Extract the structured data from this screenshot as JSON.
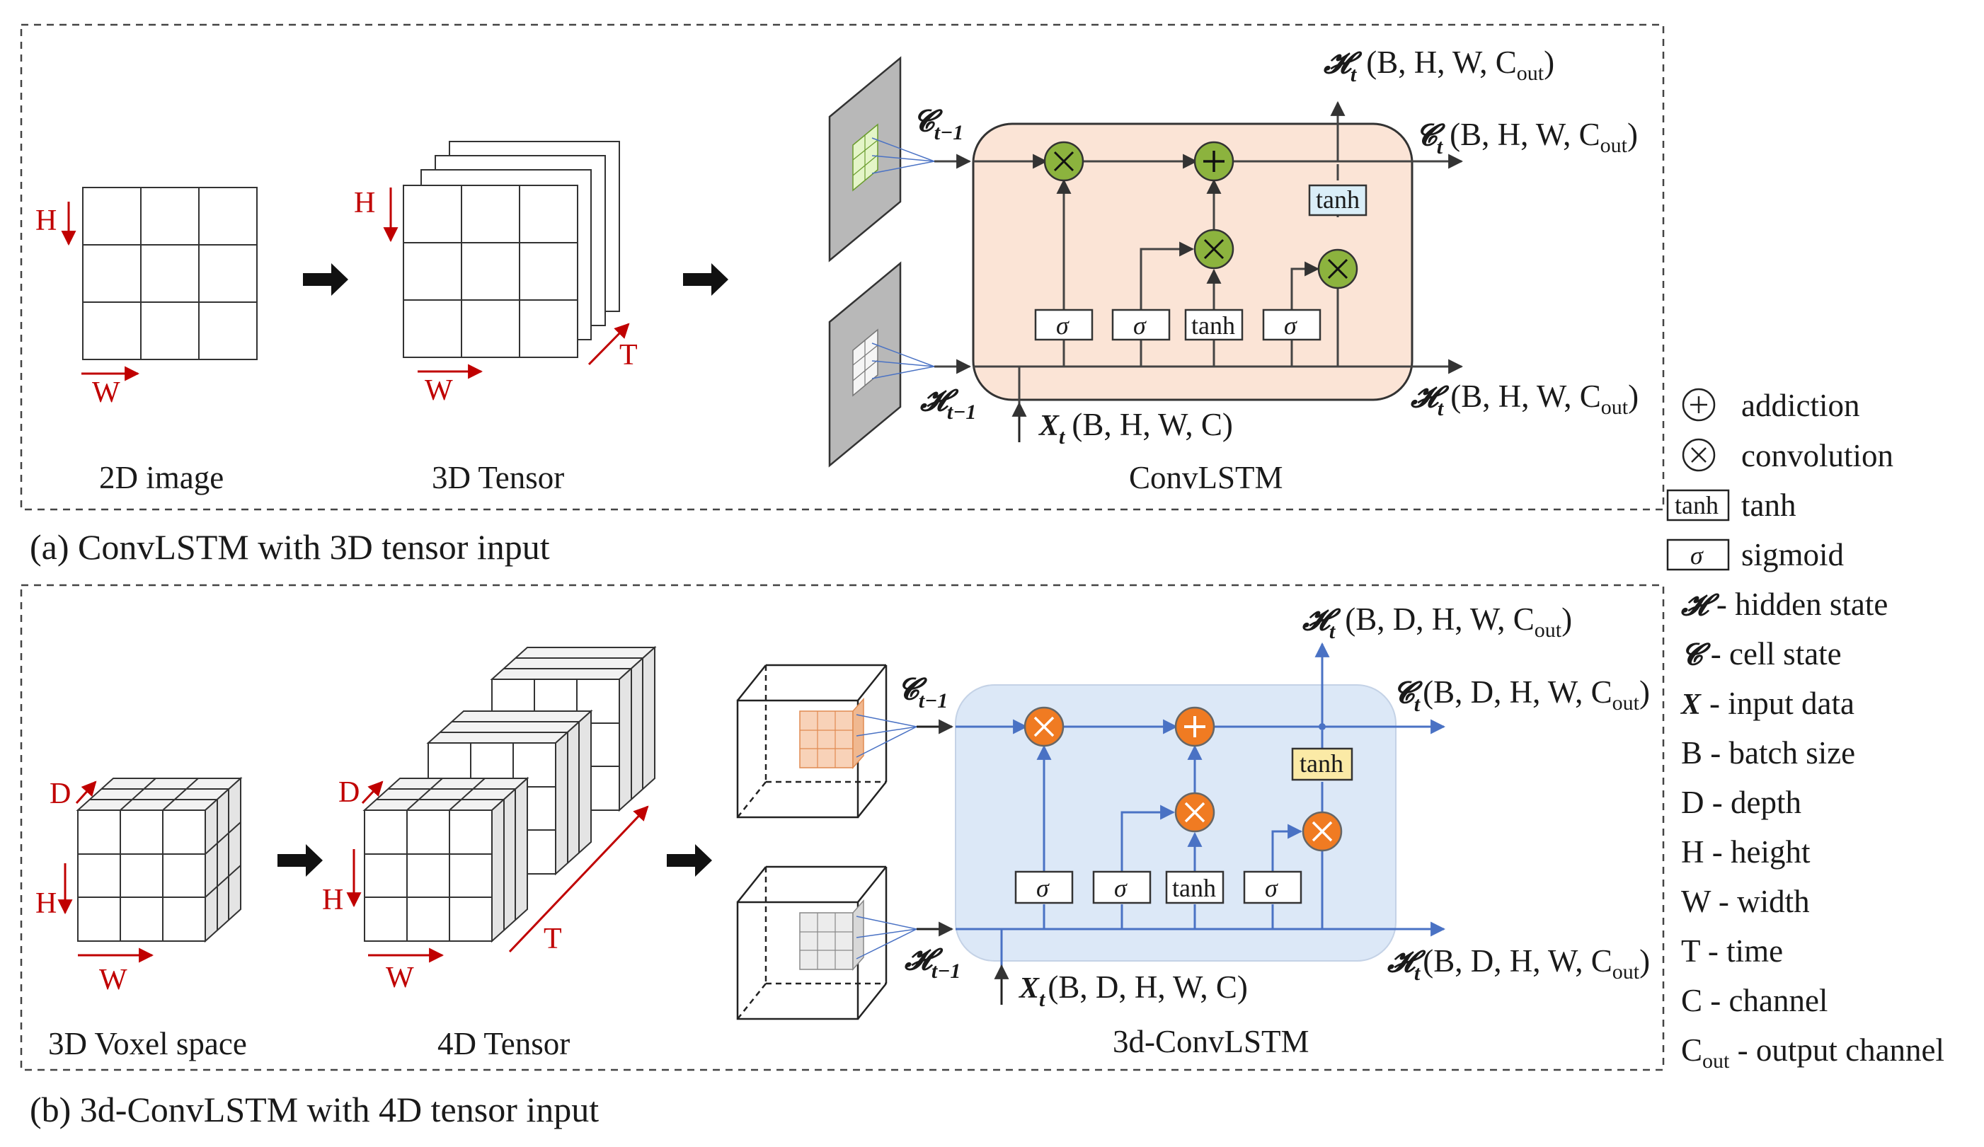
{
  "panel_a": {
    "caption": "(a) ConvLSTM with 3D tensor input",
    "label_2d_image": "2D image",
    "label_3d_tensor": "3D Tensor",
    "label_convlstm": "ConvLSTM",
    "axis_h": "H",
    "axis_w": "W",
    "axis_t": "T",
    "h_out_shape": "(B, H, W, C",
    "c_out_shape": "(B, H, W, C",
    "h_right_shape": "(B, H, W, C",
    "x_shape": "(B, H, W, C)"
  },
  "panel_b": {
    "caption": "(b) 3d-ConvLSTM with 4D tensor input",
    "label_voxel": "3D Voxel space",
    "label_4d_tensor": "4D Tensor",
    "label_3dconvlstm": "3d-ConvLSTM",
    "axis_d": "D",
    "axis_h": "H",
    "axis_w": "W",
    "axis_t": "T",
    "h_out_shape": "(B, D, H, W, C",
    "c_out_shape": "(B, D, H, W, C",
    "h_right_shape": "(B, D, H, W, C",
    "x_shape": "(B, D, H, W, C)"
  },
  "symbols": {
    "H": "𝓗",
    "C": "𝓒",
    "X": "X",
    "t": "t",
    "t_minus_1": "t−1",
    "out": "out",
    "close_paren": ")",
    "sigma": "σ",
    "tanh": "tanh"
  },
  "legend": {
    "addiction": "addiction",
    "convolution": "convolution",
    "tanh": "tanh",
    "sigmoid": "sigmoid",
    "hidden_state": "- hidden state",
    "cell_state": "- cell state",
    "input_data": "- input data",
    "batch_size": "B - batch size",
    "depth": "D - depth",
    "height": "H - height",
    "width": "W - width",
    "time": "T - time",
    "channel": "C - channel",
    "cout_main": "C",
    "cout_sub": "out",
    "cout_rest": " - output channel"
  },
  "colors": {
    "cell_a_fill": "#fbe4d6",
    "cell_b_fill": "#dce8f7",
    "gate_a": "#8cb33e",
    "gate_b": "#f07b22",
    "line_b": "#4a72c4",
    "red": "#c00000",
    "tanh_a": "#daeef8",
    "tanh_b": "#fbeaa6"
  }
}
